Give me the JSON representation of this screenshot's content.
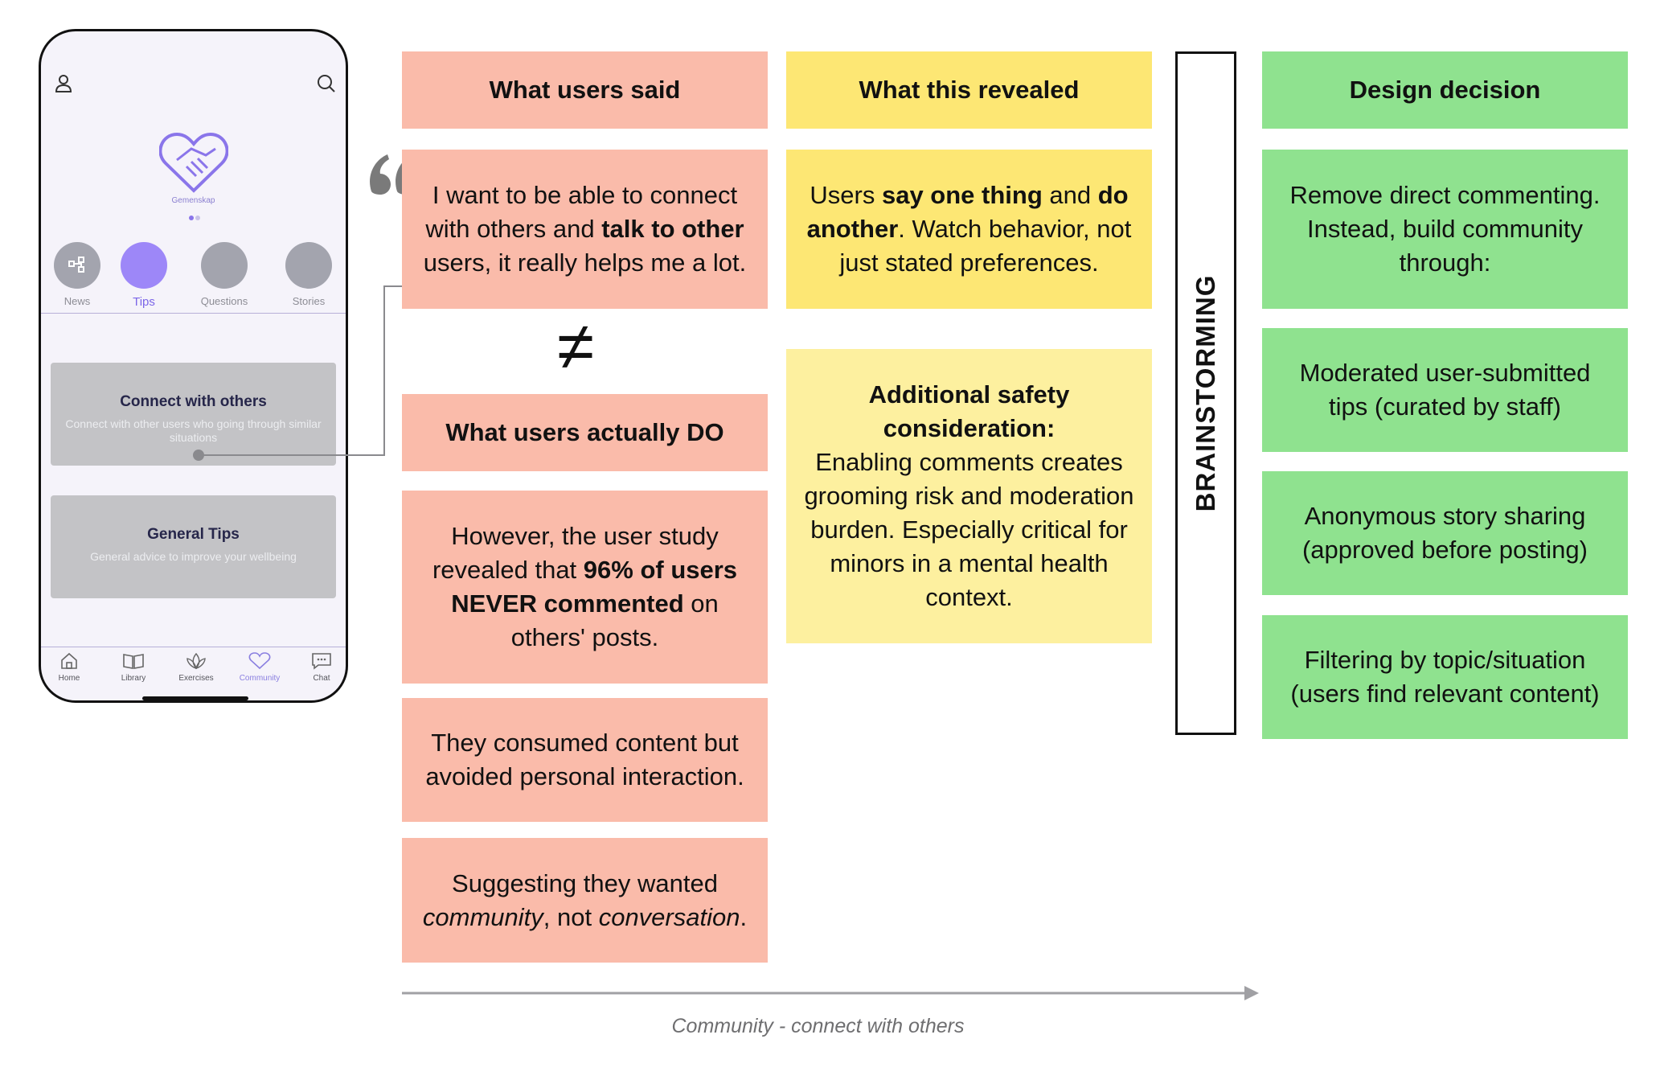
{
  "phone": {
    "logo_label": "Gemenskap",
    "categories": [
      {
        "label": "News",
        "icon": "news-icon"
      },
      {
        "label": "Tips",
        "icon": "tips-icon"
      },
      {
        "label": "Questions",
        "icon": "questions-icon"
      },
      {
        "label": "Stories",
        "icon": "stories-icon"
      }
    ],
    "active_category": "Tips",
    "cards": [
      {
        "title": "Connect with others",
        "subtitle": "Connect with other users who going through similar situations"
      },
      {
        "title": "General Tips",
        "subtitle": "General advice to improve your wellbeing"
      }
    ],
    "tabs": [
      {
        "label": "Home",
        "icon": "home-icon"
      },
      {
        "label": "Library",
        "icon": "book-icon"
      },
      {
        "label": "Exercises",
        "icon": "lotus-icon"
      },
      {
        "label": "Community",
        "icon": "community-icon"
      },
      {
        "label": "Chat",
        "icon": "chat-icon"
      }
    ],
    "active_tab": "Community"
  },
  "said": {
    "header": "What users said",
    "quote_parts": {
      "a": "I want to be able to connect with others and ",
      "b": "talk to other",
      "c": " users, it really helps me a lot."
    },
    "not_equal": "≠"
  },
  "do": {
    "header": "What users actually DO",
    "study_parts": {
      "a": "However, the user study revealed that ",
      "b": "96% of users NEVER commented",
      "c": " on others' posts."
    },
    "consumed": "They consumed content but avoided personal interaction.",
    "suggest_parts": {
      "a": "Suggesting they wanted ",
      "b": "community",
      "c": ", not ",
      "d": "conversation",
      "e": "."
    }
  },
  "revealed": {
    "header": "What this revealed",
    "insight_parts": {
      "a": "Users ",
      "b": "say one thing",
      "c": " and ",
      "d": "do another",
      "e": ". Watch behavior, not just stated preferences."
    },
    "safety_title": "Additional safety consideration:",
    "safety_body": "Enabling comments creates grooming risk and moderation burden. Especially critical for minors in a mental health context."
  },
  "brainstorming": "BRAINSTORMING",
  "decision": {
    "header": "Design decision",
    "items": [
      "Remove direct commenting. Instead, build community through:",
      "Moderated user-submitted tips (curated by staff)",
      "Anonymous story sharing (approved before posting)",
      "Filtering by topic/situation (users find relevant content)"
    ]
  },
  "caption": "Community - connect with others",
  "colors": {
    "said_red": "#fabbaa",
    "revealed_yellow": "#fde774",
    "safety_yellow": "#fdf09f",
    "decision_green": "#8fe28f",
    "accent_purple": "#9d87f8"
  }
}
